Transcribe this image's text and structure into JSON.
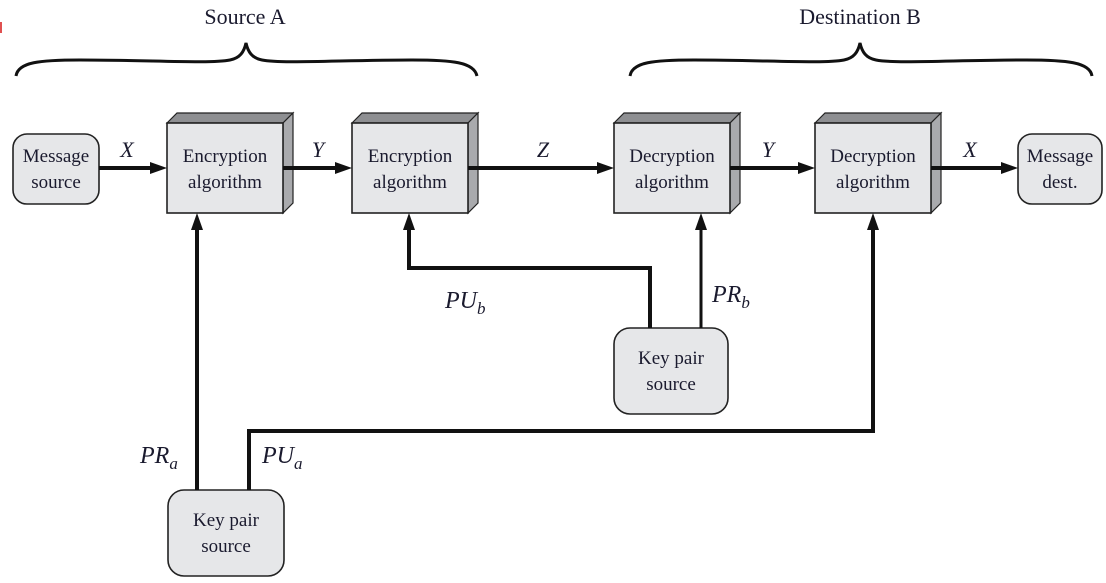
{
  "groups": {
    "source": "Source A",
    "destination": "Destination B"
  },
  "nodes": {
    "message_source": [
      "Message",
      "source"
    ],
    "encrypt1": [
      "Encryption",
      "algorithm"
    ],
    "encrypt2": [
      "Encryption",
      "algorithm"
    ],
    "decrypt1": [
      "Decryption",
      "algorithm"
    ],
    "decrypt2": [
      "Decryption",
      "algorithm"
    ],
    "message_dest": [
      "Message",
      "dest."
    ],
    "keypair_b": [
      "Key pair",
      "source"
    ],
    "keypair_a": [
      "Key pair",
      "source"
    ]
  },
  "edges": {
    "x1": "X",
    "y1": "Y",
    "z": "Z",
    "y2": "Y",
    "x2": "X"
  },
  "keys": {
    "pu_b": {
      "base": "PU",
      "sub": "b"
    },
    "pr_b": {
      "base": "PR",
      "sub": "b"
    },
    "pr_a": {
      "base": "PR",
      "sub": "a"
    },
    "pu_a": {
      "base": "PU",
      "sub": "a"
    }
  },
  "colors": {
    "box_fill": "#e6e7e9",
    "box_top": "#8e8f92",
    "box_side": "#a9aaad",
    "line": "#111111"
  }
}
